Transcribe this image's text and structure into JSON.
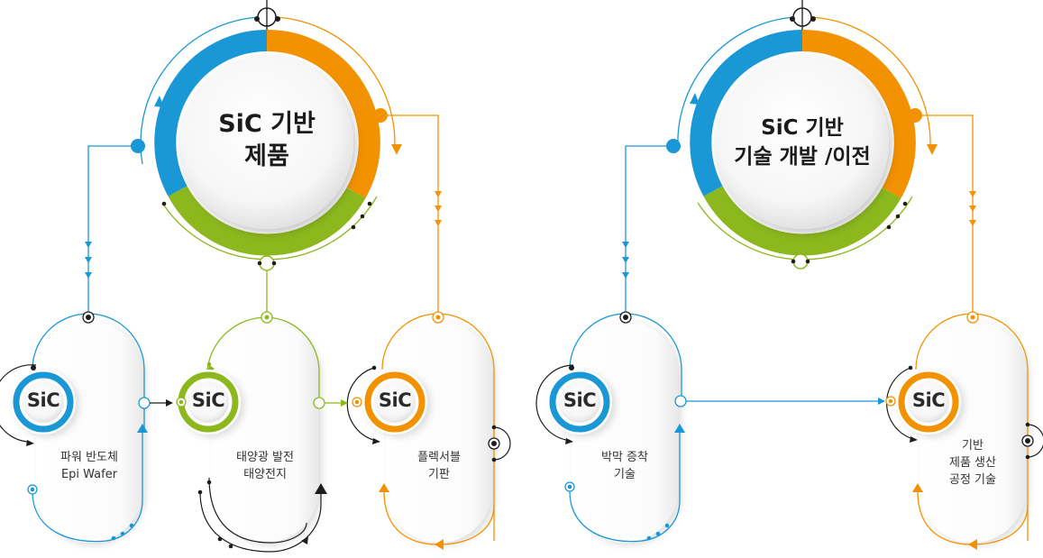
{
  "colors": {
    "blue": "#1a98d5",
    "orange": "#f39200",
    "green": "#8cb81e",
    "dark": "#1d1d1d"
  },
  "sic_label": "SiC",
  "hubs": [
    {
      "id": "products",
      "title_lines": [
        "SiC 기반",
        "제품"
      ]
    },
    {
      "id": "tech",
      "title_lines": [
        "SiC 기반",
        "기술 개발 /이전"
      ]
    }
  ],
  "nodes": [
    {
      "id": "power",
      "color": "blue",
      "label_lines": [
        "파워 반도체",
        "Epi Wafer"
      ]
    },
    {
      "id": "solar",
      "color": "green",
      "label_lines": [
        "태양광 발전",
        "태양전지"
      ]
    },
    {
      "id": "flex",
      "color": "orange",
      "label_lines": [
        "플렉서블",
        "기판"
      ]
    },
    {
      "id": "thinfilm",
      "color": "blue",
      "label_lines": [
        "박막 증착",
        "기술"
      ]
    },
    {
      "id": "process",
      "color": "orange",
      "label_lines": [
        "기반",
        "제품 생산",
        "공정 기술"
      ]
    }
  ]
}
